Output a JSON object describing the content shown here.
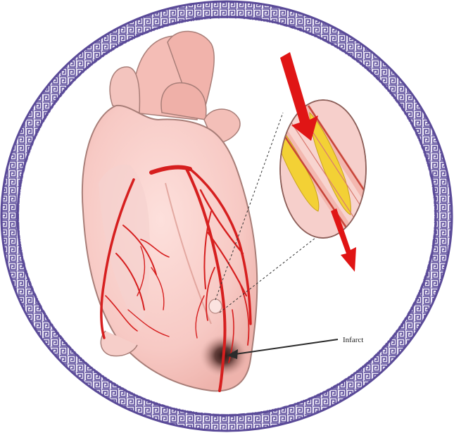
{
  "image": {
    "subject": "heart-infarct-illustration",
    "frame": "ornamental-circular-border"
  },
  "labels": {
    "infarct": "Infarct"
  },
  "colors": {
    "frame": "#5a4a98",
    "frame_light": "#ece8f6",
    "background": "#ffffff",
    "heart_fill": "#f7c9c4",
    "heart_shade": "#eeaaa3",
    "heart_outline": "#a87e78",
    "artery": "#d61f1f",
    "plaque": "#f3d135",
    "arrow": "#e01515",
    "infarct_core": "#2a1412",
    "pointer": "#2b2b2b"
  },
  "icons": {
    "arrow_in": "red-arrow-down-icon",
    "arrow_out": "red-arrow-down-icon",
    "pointer": "arrow-left-icon"
  }
}
